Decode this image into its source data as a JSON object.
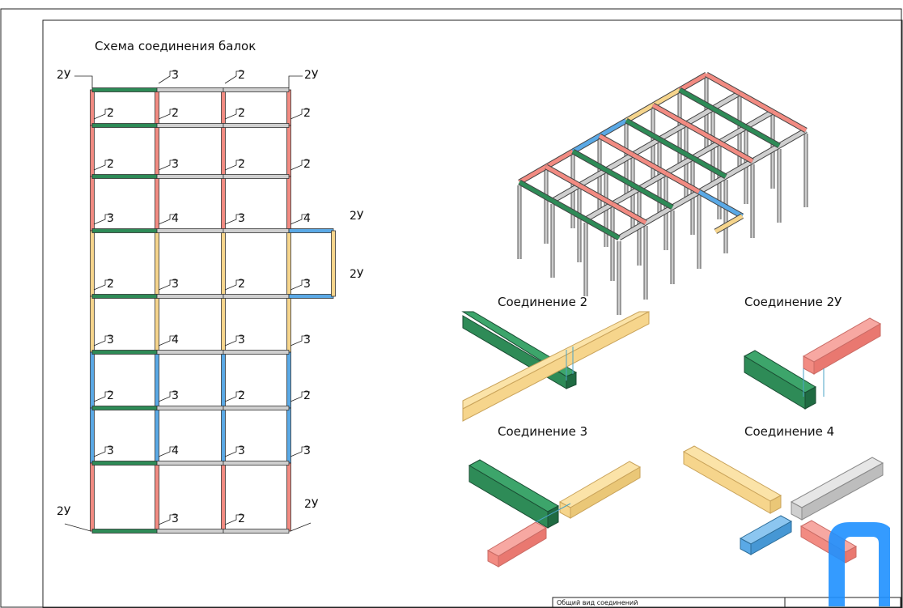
{
  "colors": {
    "green": "#2e8b57",
    "grey": "#cfcfcf",
    "red": "#f28b82",
    "yellow": "#f6d58c",
    "blue": "#5aa9e6",
    "logo": "#1e90ff"
  },
  "scheme": {
    "title": "Схема соединения балок",
    "rows": [
      [
        "2У",
        "3",
        "2",
        "2У"
      ],
      [
        "2",
        "2",
        "2",
        "2"
      ],
      [
        "2",
        "3",
        "2",
        "2"
      ],
      [
        "3",
        "4",
        "3",
        "4"
      ],
      [
        "2",
        "3",
        "2",
        "3"
      ],
      [
        "3",
        "4",
        "3",
        "3"
      ],
      [
        "2",
        "3",
        "2",
        "2"
      ],
      [
        "3",
        "4",
        "3",
        "3"
      ],
      [
        "2У",
        "3",
        "2",
        "2У"
      ]
    ],
    "extension_labels": [
      "2У",
      "2У"
    ]
  },
  "details": {
    "conn2": "Соединение 2",
    "conn2u": "Соединение 2У",
    "conn3": "Соединение 3",
    "conn4": "Соединение 4"
  },
  "stamp": {
    "text": "Общий вид соединений"
  }
}
